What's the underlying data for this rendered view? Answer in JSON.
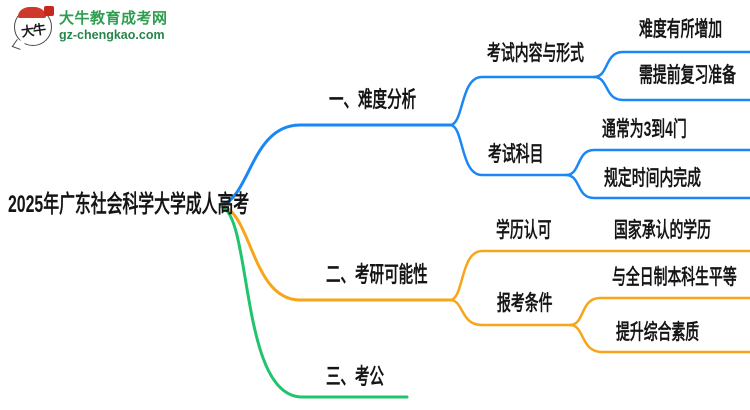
{
  "logo": {
    "badge_text": "大牛",
    "name": "大牛教育成考网",
    "url": "gz-chengkao.com"
  },
  "colors": {
    "blue": "#1b87f5",
    "orange": "#f7a51b",
    "green": "#1fc46d",
    "logo_green": "#2d9e4f",
    "logo_url_green": "#28854c",
    "seal_red": "#c8271d",
    "text": "#151515"
  },
  "root": {
    "label": "2025年广东社会科学大学成人高考"
  },
  "branches": [
    {
      "label": "一、难度分析",
      "children": [
        {
          "label": "考试内容与形式",
          "children": [
            {
              "label": "难度有所增加"
            },
            {
              "label": "需提前复习准备"
            }
          ]
        },
        {
          "label": "考试科目",
          "children": [
            {
              "label": "通常为3到4门"
            },
            {
              "label": "规定时间内完成"
            }
          ]
        }
      ]
    },
    {
      "label": "二、考研可能性",
      "children": [
        {
          "label": "学历认可",
          "children": [
            {
              "label": "国家承认的学历"
            }
          ]
        },
        {
          "label": "报考条件",
          "children": [
            {
              "label": "与全日制本科生平等"
            },
            {
              "label": "提升综合素质"
            }
          ]
        }
      ]
    },
    {
      "label": "三、考公",
      "children": []
    }
  ]
}
